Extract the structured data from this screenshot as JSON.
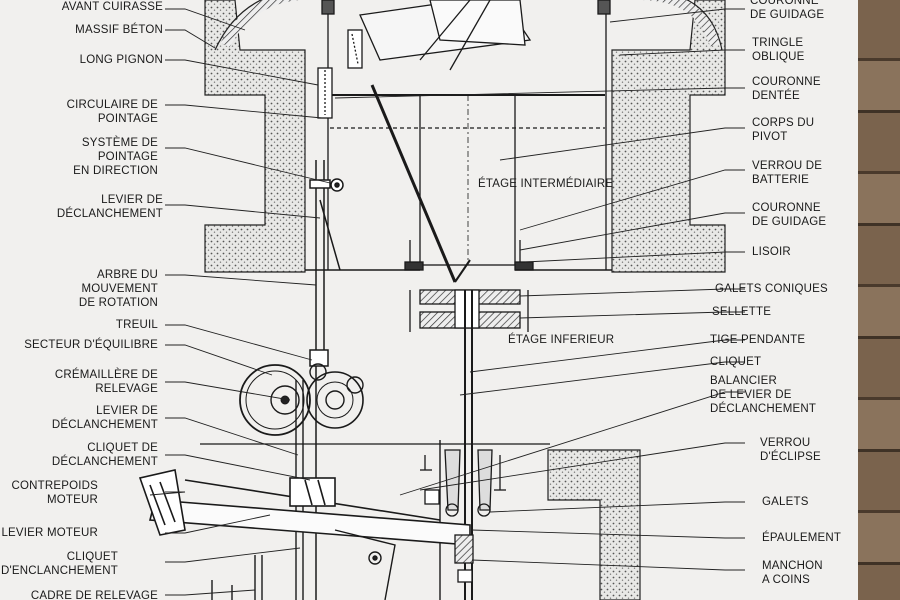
{
  "labels_left": [
    {
      "id": "avant-cuirasse",
      "lines": [
        "AVANT CUIRASSE"
      ]
    },
    {
      "id": "massif-beton",
      "lines": [
        "MASSIF BÉTON"
      ]
    },
    {
      "id": "long-pignon",
      "lines": [
        "LONG PIGNON"
      ]
    },
    {
      "id": "circulaire-de-pointage",
      "lines": [
        "CIRCULAIRE DE",
        "POINTAGE"
      ]
    },
    {
      "id": "systeme-de-pointage",
      "lines": [
        "SYSTÈME DE",
        "POINTAGE",
        "EN DIRECTION"
      ]
    },
    {
      "id": "levier-de-declanchement-1",
      "lines": [
        "LEVIER DE",
        "DÉCLANCHEMENT"
      ]
    },
    {
      "id": "arbre-du-mouvement",
      "lines": [
        "ARBRE DU",
        "MOUVEMENT",
        "DE ROTATION"
      ]
    },
    {
      "id": "treuil",
      "lines": [
        "TREUIL"
      ]
    },
    {
      "id": "secteur-d-equilibre",
      "lines": [
        "SECTEUR D'ÉQUILIBRE"
      ]
    },
    {
      "id": "cremaillere-de-relevage",
      "lines": [
        "CRÉMAILLÈRE DE",
        "RELEVAGE"
      ]
    },
    {
      "id": "levier-de-declanchement-2",
      "lines": [
        "LEVIER DE",
        "DÉCLANCHEMENT"
      ]
    },
    {
      "id": "cliquet-de-declanchement",
      "lines": [
        "CLIQUET DE",
        "DÉCLANCHEMENT"
      ]
    },
    {
      "id": "contrepoids-moteur",
      "lines": [
        "CONTREPOIDS",
        "MOTEUR"
      ]
    },
    {
      "id": "levier-moteur",
      "lines": [
        "LEVIER MOTEUR"
      ]
    },
    {
      "id": "cliquet-d-enclanchement",
      "lines": [
        "CLIQUET",
        "D'ENCLANCHEMENT"
      ]
    },
    {
      "id": "cadre-de-relevage",
      "lines": [
        "CADRE DE RELEVAGE"
      ]
    }
  ],
  "labels_right": [
    {
      "id": "couronne-de-guidage-1",
      "lines": [
        "COURONNE",
        "DE GUIDAGE"
      ]
    },
    {
      "id": "tringle-oblique",
      "lines": [
        "TRINGLE",
        "OBLIQUE"
      ]
    },
    {
      "id": "couronne-dentee",
      "lines": [
        "COURONNE",
        "DENTÉE"
      ]
    },
    {
      "id": "corps-du-pivot",
      "lines": [
        "CORPS DU",
        "PIVOT"
      ]
    },
    {
      "id": "verrou-de-batterie",
      "lines": [
        "VERROU DE",
        "BATTERIE"
      ]
    },
    {
      "id": "couronne-de-guidage-2",
      "lines": [
        "COURONNE",
        "DE GUIDAGE"
      ]
    },
    {
      "id": "lisoir",
      "lines": [
        "LISOIR"
      ]
    },
    {
      "id": "galets-coniques",
      "lines": [
        "GALETS CONIQUES"
      ]
    },
    {
      "id": "sellette",
      "lines": [
        "SELLETTE"
      ]
    },
    {
      "id": "tige-pendante",
      "lines": [
        "TIGE PENDANTE"
      ]
    },
    {
      "id": "cliquet",
      "lines": [
        "CLIQUET"
      ]
    },
    {
      "id": "balancier",
      "lines": [
        "BALANCIER",
        "DE LEVIER DE",
        "DÉCLANCHEMENT"
      ]
    },
    {
      "id": "verrou-d-eclipse",
      "lines": [
        "VERROU",
        "D'ÉCLIPSE"
      ]
    },
    {
      "id": "galets",
      "lines": [
        "GALETS"
      ]
    },
    {
      "id": "epaulement",
      "lines": [
        "ÉPAULEMENT"
      ]
    },
    {
      "id": "manchon-a-coins",
      "lines": [
        "MANCHON",
        "A COINS"
      ]
    }
  ],
  "stage_labels": {
    "intermediaire": "ÉTAGE INTERMÉDIAIRE",
    "inferieur": "ÉTAGE INFERIEUR"
  },
  "colors": {
    "ink": "#1a1a1a",
    "paper": "#f1f0ee",
    "concrete": "#cfcfcf"
  }
}
